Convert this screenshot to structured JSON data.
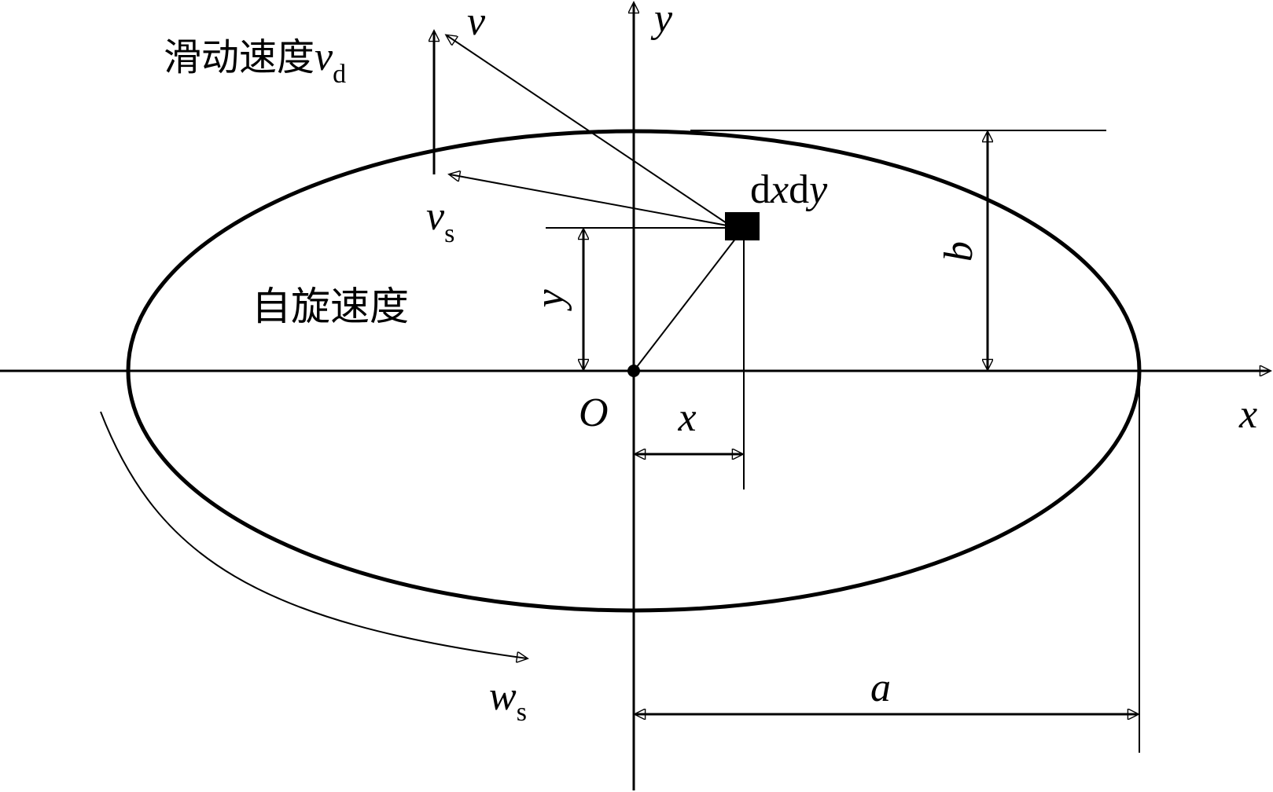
{
  "diagram": {
    "labels": {
      "y_axis": "y",
      "x_axis": "x",
      "origin": "O",
      "v": "v",
      "slide_text": "滑动速度",
      "slide_var": "v",
      "slide_sub": "d",
      "vs_var": "v",
      "vs_sub": "s",
      "element_d1": "d",
      "element_x": "x",
      "element_d2": "d",
      "element_y": "y",
      "spin_text": "自旋速度",
      "dim_y": "y",
      "dim_x": "x",
      "dim_b": "b",
      "dim_a": "a",
      "omega_var": "w",
      "omega_sub": "s"
    }
  }
}
